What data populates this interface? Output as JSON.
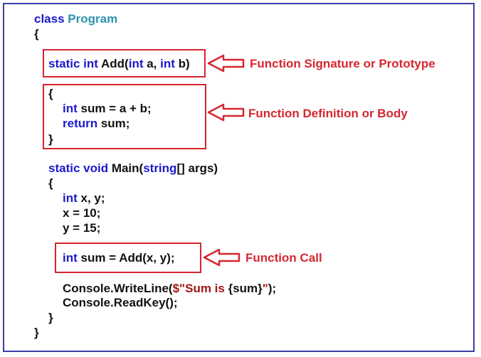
{
  "code": {
    "class_kw": "class",
    "class_name": "Program",
    "open_brace": "{",
    "close_brace": "}",
    "sig_static_int": "static int",
    "sig_add": " Add(",
    "sig_int1": "int",
    "sig_a": " a, ",
    "sig_int2": "int",
    "sig_b": " b)",
    "body_open": "{",
    "body_int": "int",
    "body_sum_expr": " sum = a + b;",
    "body_return": "return",
    "body_return_rest": " sum;",
    "body_close": "}",
    "main_static_void": "static void",
    "main_name": " Main(",
    "main_string": "string",
    "main_rest": "[] args)",
    "main_open": "{",
    "decl_int": "int",
    "decl_rest": " x, y;",
    "assign_x": "x = 10;",
    "assign_y": "y = 15;",
    "call_int": "int",
    "call_rest": " sum = Add(x, y);",
    "console_write_pre": "Console.WriteLine(",
    "console_write_str": "$\"Sum is ",
    "console_write_interp": "{sum}",
    "console_write_str_end": "\"",
    "console_write_post": ");",
    "console_read": "Console.ReadKey();",
    "main_close": "}",
    "class_close": "}"
  },
  "annotations": {
    "signature": "Function Signature or Prototype",
    "definition": "Function Definition or Body",
    "call": "Function Call"
  },
  "colors": {
    "keyword": "#1a1acc",
    "type_name": "#2b91af",
    "string": "#a31515",
    "annotation": "#d6262f",
    "frame": "#3d3da8"
  }
}
